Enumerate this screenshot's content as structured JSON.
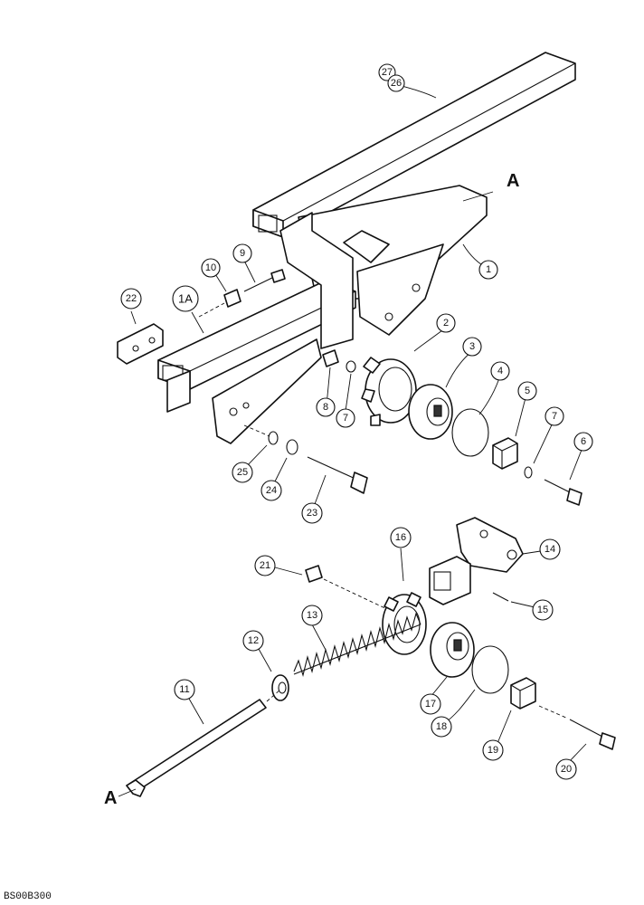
{
  "callouts": {
    "c1": "1",
    "c1a": "1A",
    "c2": "2",
    "c3": "3",
    "c4": "4",
    "c5": "5",
    "c6": "6",
    "c7a": "7",
    "c7b": "7",
    "c8": "8",
    "c9": "9",
    "c10": "10",
    "c11": "11",
    "c12": "12",
    "c13": "13",
    "c14": "14",
    "c15": "15",
    "c16": "16",
    "c17": "17",
    "c18": "18",
    "c19": "19",
    "c20": "20",
    "c21": "21",
    "c22": "22",
    "c23": "23",
    "c24": "24",
    "c25": "25",
    "c26": "26",
    "c27": "27"
  },
  "reference": {
    "top": "A",
    "bottom": "A"
  },
  "drawing_code": "BS00B300"
}
